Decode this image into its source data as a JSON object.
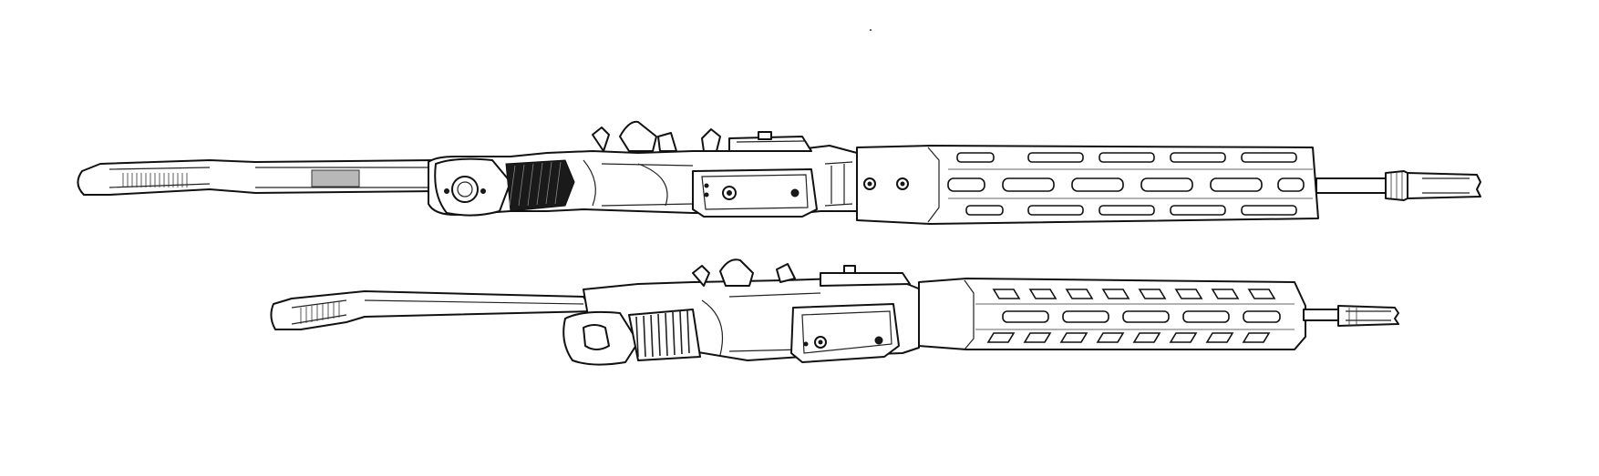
{
  "figure": {
    "background": "#ffffff",
    "line_color": "#111111",
    "highlight_color": "#b8b8b8",
    "views": [
      {
        "id": "top-view",
        "icon": "rifle-line-drawing",
        "stock": "folded-wire-stock",
        "handguard": "slotted-rail"
      },
      {
        "id": "angled-view",
        "icon": "rifle-line-drawing",
        "stock": "folded-wire-stock",
        "handguard": "slotted-rail"
      }
    ]
  }
}
